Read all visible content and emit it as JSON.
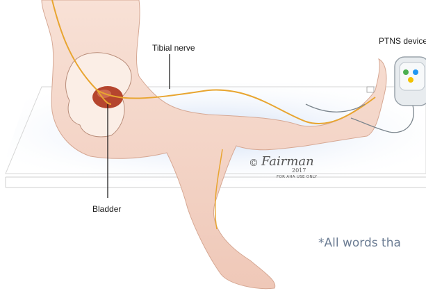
{
  "labels": {
    "tibial_nerve": "Tibial nerve",
    "ptns_device": "PTNS device",
    "bladder": "Bladder"
  },
  "signature": {
    "copyright": "©",
    "artist": "Fairman",
    "year": "2017",
    "usage": "FOR AHA USE ONLY"
  },
  "caption": "*All words tha",
  "colors": {
    "skin": "#f6d9cc",
    "skin_shadow": "#e8b9a6",
    "nerve": "#e8a530",
    "bladder": "#b5452e",
    "table_shadow": "#c9d9f2",
    "device": "#e8ecef"
  }
}
